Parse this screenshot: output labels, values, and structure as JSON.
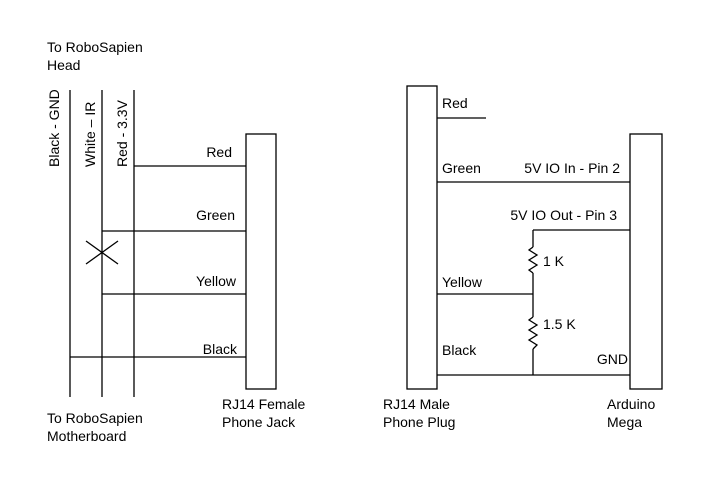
{
  "left_section": {
    "top_caption": [
      "To RoboSapien",
      "Head"
    ],
    "bottom_caption": [
      "To RoboSapien",
      "Motherboard"
    ],
    "vertical_wires": [
      "Black - GND",
      "White – IR",
      "Red - 3.3V"
    ],
    "jack_labels": [
      "Red",
      "Green",
      "Yellow",
      "Black"
    ],
    "jack_caption": [
      "RJ14 Female",
      "Phone Jack"
    ]
  },
  "right_section": {
    "plug_labels": [
      "Red",
      "Green",
      "Yellow",
      "Black"
    ],
    "plug_caption": [
      "RJ14 Male",
      "Phone Plug"
    ],
    "pin_labels": [
      "5V IO In - Pin 2",
      "5V IO Out - Pin 3",
      "GND"
    ],
    "resistors": [
      "1 K",
      "1.5 K"
    ],
    "arduino_caption": [
      "Arduino",
      "Mega"
    ]
  }
}
